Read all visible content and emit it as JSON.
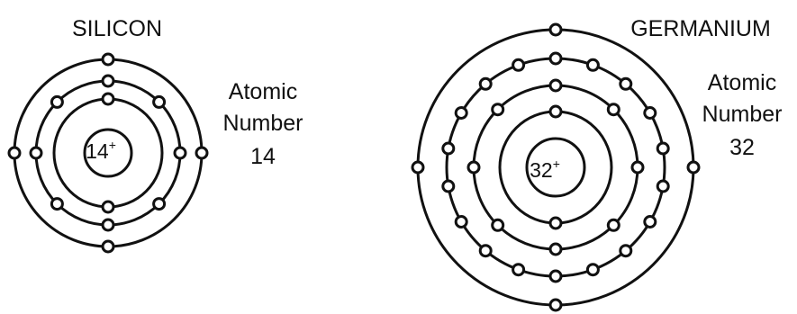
{
  "atoms": [
    {
      "name": "SILICON",
      "nucleus_charge": "14",
      "charge_sign": "+",
      "side_label": [
        "Atomic",
        "Number",
        "14"
      ],
      "shell_electrons": [
        2,
        8,
        4
      ]
    },
    {
      "name": "GERMANIUM",
      "nucleus_charge": "32",
      "charge_sign": "+",
      "side_label": [
        "Atomic",
        "Number",
        "32"
      ],
      "shell_electrons": [
        2,
        8,
        18,
        4
      ]
    }
  ],
  "colors": {
    "ink": "#111111",
    "electron_fill": "#ffffff",
    "background": "#ffffff"
  }
}
